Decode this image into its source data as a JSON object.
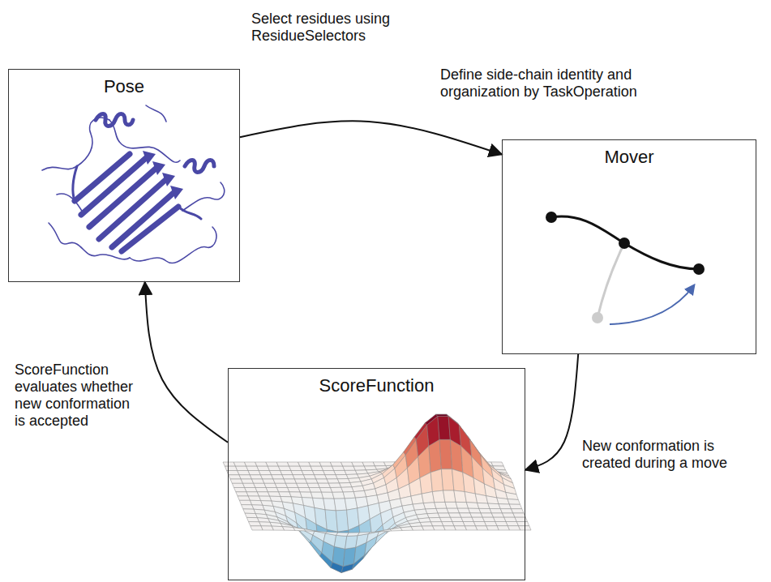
{
  "diagram": {
    "nodes": [
      {
        "text": [
          "Pose"
        ]
      },
      {
        "text": [
          "Mover"
        ]
      },
      {
        "text": [
          "ScoreFunction"
        ]
      }
    ],
    "edges": [
      {
        "from": 0,
        "to": 1,
        "arrow": "to",
        "label": "Define side-chain identity and organization by TaskOperation"
      },
      {
        "from": 1,
        "to": 2,
        "arrow": "to",
        "label": "New conformation is created during a move"
      },
      {
        "from": 2,
        "to": 0,
        "arrow": "to",
        "label": "ScoreFunction evaluates whether new conformation is accepted"
      }
    ],
    "labels": [
      "Select residues using ResidueSelectors"
    ]
  }
}
